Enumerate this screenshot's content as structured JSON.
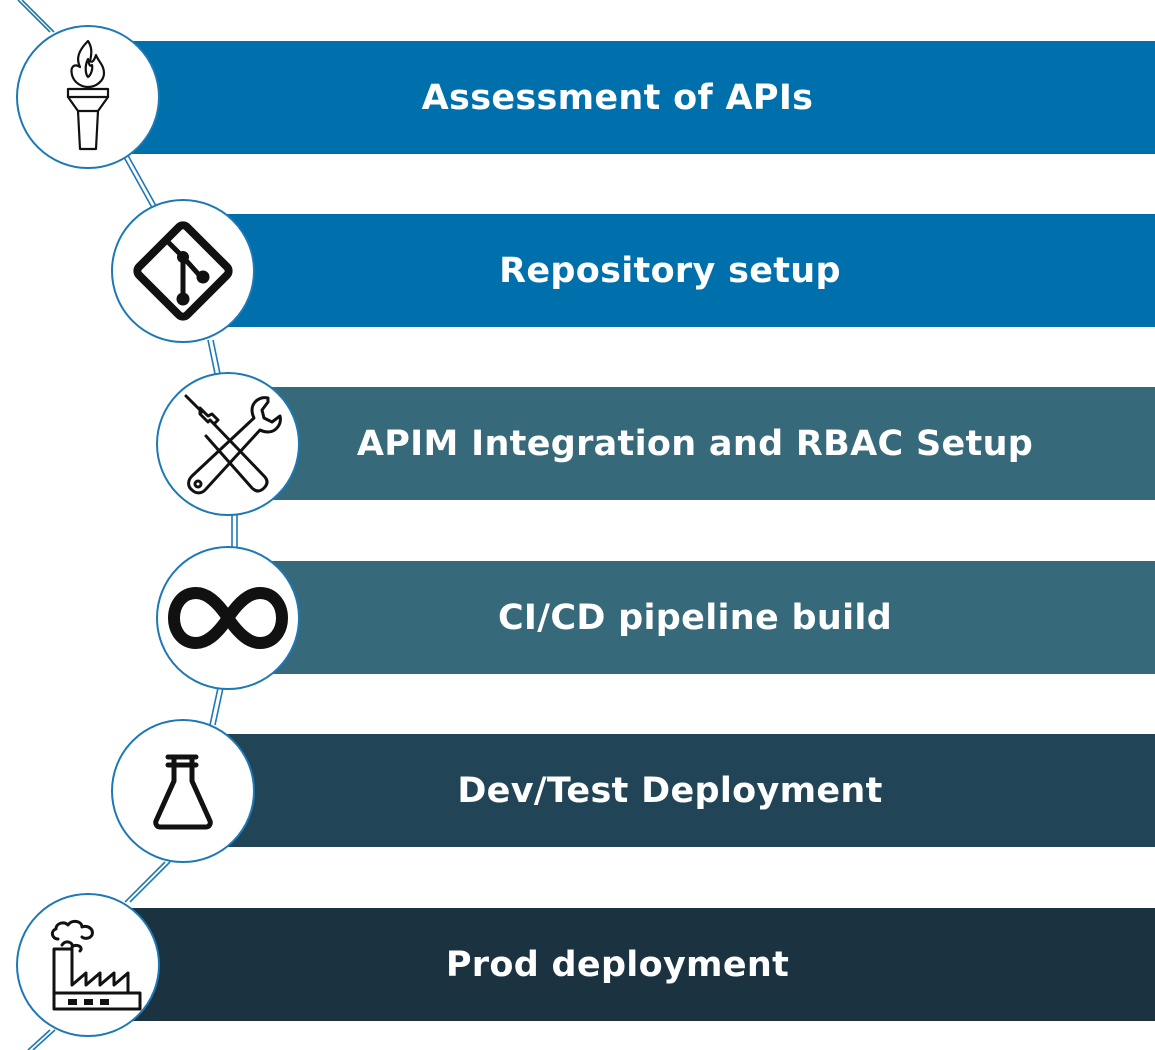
{
  "steps": [
    {
      "label": "Assessment of APIs",
      "icon": "torch-icon",
      "color": "#0070ad"
    },
    {
      "label": "Repository setup",
      "icon": "git-icon",
      "color": "#0070ad"
    },
    {
      "label": "APIM Integration and RBAC Setup",
      "icon": "tools-icon",
      "color": "#366a7b"
    },
    {
      "label": "CI/CD pipeline build",
      "icon": "infinity-icon",
      "color": "#366a7b"
    },
    {
      "label": "Dev/Test Deployment",
      "icon": "flask-icon",
      "color": "#214556"
    },
    {
      "label": "Prod deployment",
      "icon": "factory-icon",
      "color": "#1b3240"
    }
  ],
  "connector_color": "#1d78b6"
}
